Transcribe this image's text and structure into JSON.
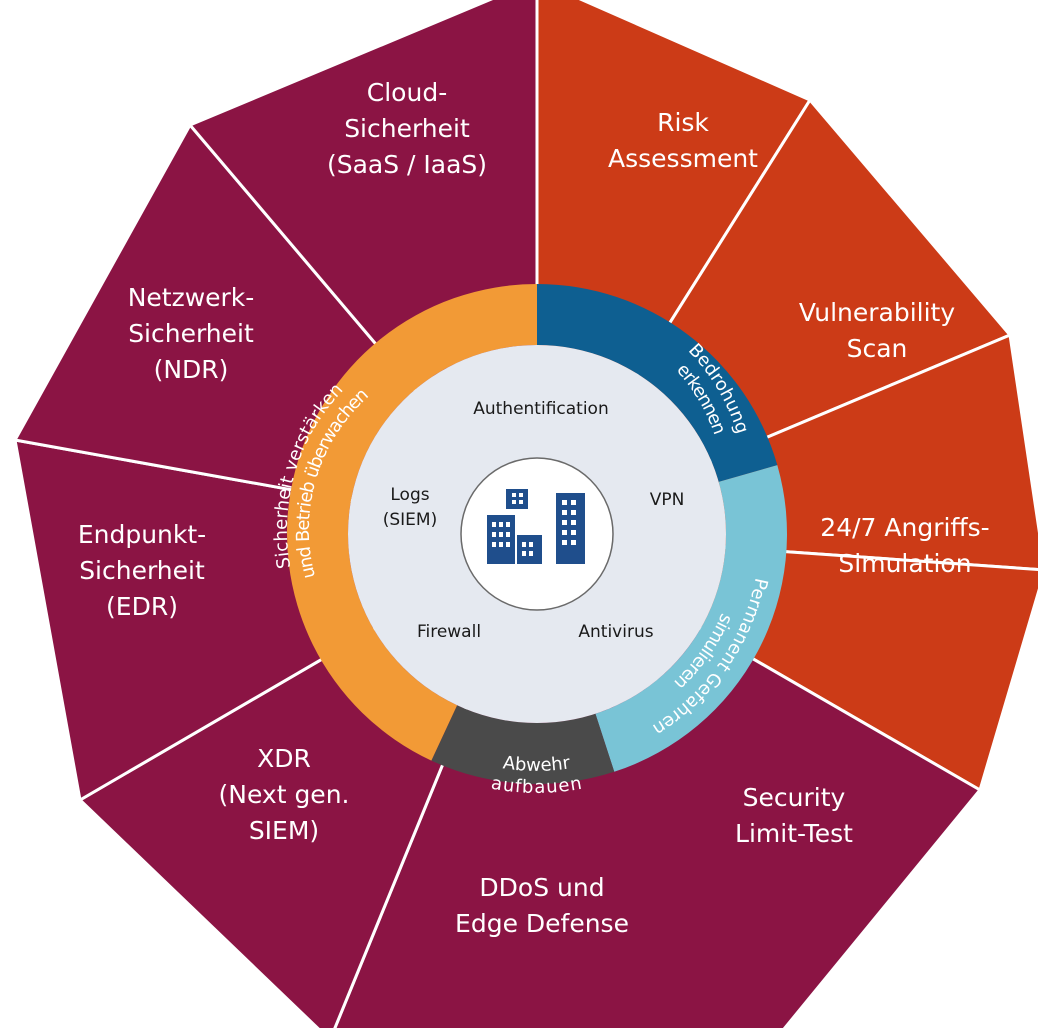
{
  "outer_segments": [
    {
      "id": "cloud",
      "lines": [
        "Cloud-",
        "Sicherheit",
        "(SaaS / IaaS)"
      ],
      "group": "left"
    },
    {
      "id": "risk",
      "lines": [
        "Risk",
        "Assessment"
      ],
      "group": "right"
    },
    {
      "id": "vulnerability",
      "lines": [
        "Vulnerability",
        "Scan"
      ],
      "group": "right"
    },
    {
      "id": "attack-sim",
      "lines": [
        "24/7 Angriffs-",
        "Simulation"
      ],
      "group": "right"
    },
    {
      "id": "limit-test",
      "lines": [
        "Security",
        "Limit-Test"
      ],
      "group": "right"
    },
    {
      "id": "ddos",
      "lines": [
        "DDoS und",
        "Edge Defense"
      ],
      "group": "left"
    },
    {
      "id": "xdr",
      "lines": [
        "XDR",
        "(Next gen.",
        "SIEM)"
      ],
      "group": "left"
    },
    {
      "id": "endpoint",
      "lines": [
        "Endpunkt-",
        "Sicherheit",
        "(EDR)"
      ],
      "group": "left"
    },
    {
      "id": "network",
      "lines": [
        "Netzwerk-",
        "Sicherheit",
        "(NDR)"
      ],
      "group": "left"
    }
  ],
  "ring_segments": [
    {
      "id": "detect",
      "lines": [
        "Bedrohung",
        "erkennen"
      ],
      "color": "#0e5f91"
    },
    {
      "id": "simulate",
      "lines": [
        "Permanent Gefahren",
        "simulieren"
      ],
      "color": "#79c4d6"
    },
    {
      "id": "defense",
      "lines": [
        "Abwehr",
        "aufbauen"
      ],
      "color": "#4a4a4a"
    },
    {
      "id": "strengthen",
      "lines": [
        "Sicherheit verstärken",
        "und Betrieb überwachen"
      ],
      "color": "#f29a36"
    }
  ],
  "core_items": [
    {
      "id": "authentification",
      "label": "Authentification"
    },
    {
      "id": "vpn",
      "label": "VPN"
    },
    {
      "id": "antivirus",
      "label": "Antivirus"
    },
    {
      "id": "firewall",
      "label": "Firewall"
    },
    {
      "id": "logs",
      "lines": [
        "Logs",
        "(SIEM)"
      ]
    }
  ],
  "colors": {
    "left_group": "#8b1444",
    "right_group": "#cc3b17",
    "core_fill": "#e5e9f0",
    "icon": "#1f4e8c",
    "divider": "#ffffff"
  },
  "center_icon": "office-buildings-icon"
}
